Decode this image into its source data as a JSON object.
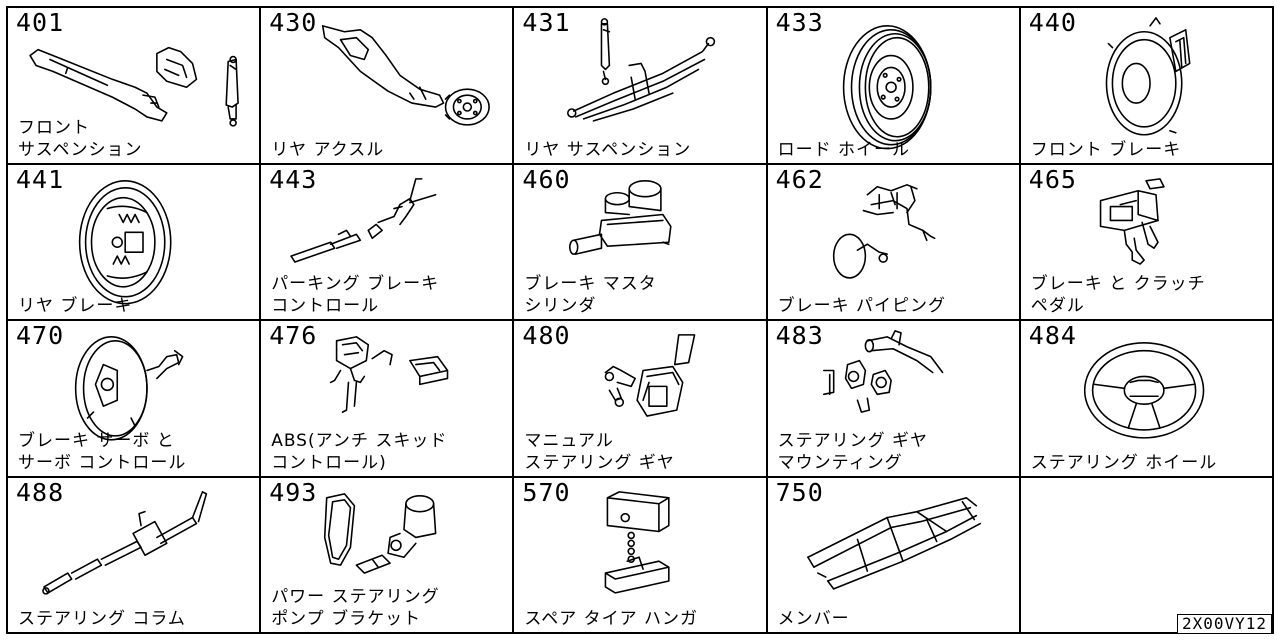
{
  "catalog": {
    "diagram_code": "2X00VY12",
    "cells": [
      {
        "code": "401",
        "label": "フロント\nサスペンション",
        "icon": "front-suspension-icon"
      },
      {
        "code": "430",
        "label": "リヤ アクスル",
        "icon": "rear-axle-icon"
      },
      {
        "code": "431",
        "label": "リヤ サスペンション",
        "icon": "rear-suspension-icon"
      },
      {
        "code": "433",
        "label": "ロード ホイール",
        "icon": "road-wheel-icon"
      },
      {
        "code": "440",
        "label": "フロント ブレーキ",
        "icon": "front-brake-icon"
      },
      {
        "code": "441",
        "label": "リヤ ブレーキ",
        "icon": "rear-brake-icon"
      },
      {
        "code": "443",
        "label": "パーキング ブレーキ\nコントロール",
        "icon": "parking-brake-control-icon"
      },
      {
        "code": "460",
        "label": "ブレーキ マスタ\nシリンダ",
        "icon": "brake-master-cylinder-icon"
      },
      {
        "code": "462",
        "label": "ブレーキ パイピング",
        "icon": "brake-piping-icon"
      },
      {
        "code": "465",
        "label": "ブレーキ と クラッチ\nペダル",
        "icon": "brake-clutch-pedal-icon"
      },
      {
        "code": "470",
        "label": "ブレーキ サーボ と\nサーボ コントロール",
        "icon": "brake-servo-icon"
      },
      {
        "code": "476",
        "label": "ABS(アンチ スキッド\nコントロール)",
        "icon": "abs-icon"
      },
      {
        "code": "480",
        "label": "マニュアル\nステアリング ギヤ",
        "icon": "manual-steering-gear-icon"
      },
      {
        "code": "483",
        "label": "ステアリング ギヤ\nマウンティング",
        "icon": "steering-gear-mounting-icon"
      },
      {
        "code": "484",
        "label": "ステアリング ホイール",
        "icon": "steering-wheel-icon"
      },
      {
        "code": "488",
        "label": "ステアリング コラム",
        "icon": "steering-column-icon"
      },
      {
        "code": "493",
        "label": "パワー ステアリング\nポンプ ブラケット",
        "icon": "power-steering-pump-icon"
      },
      {
        "code": "570",
        "label": "スペア タイア ハンガ",
        "icon": "spare-tire-hanger-icon"
      },
      {
        "code": "750",
        "label": "メンバー",
        "icon": "member-frame-icon"
      },
      {
        "code": "",
        "label": "",
        "icon": ""
      }
    ]
  }
}
